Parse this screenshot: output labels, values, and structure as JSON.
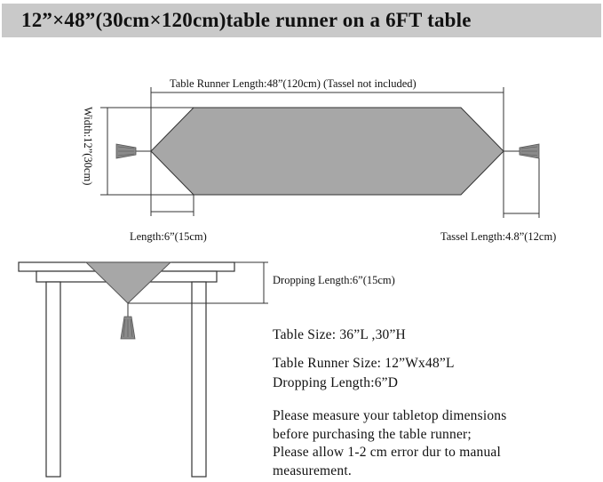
{
  "title": "12”×48”(30cm×120cm)table runner on a 6FT table",
  "dimensions": {
    "runner_length": "Table Runner Length:48”(120cm) (Tassel not included)",
    "width": "Width:12”(30cm)",
    "tip_length": "Length:6”(15cm)",
    "tassel_length": "Tassel Length:4.8”(12cm)",
    "dropping_length": "Dropping Length:6”(15cm)"
  },
  "specs": {
    "table_size": "Table Size: 36”L ,30”H",
    "runner_size": "Table Runner Size: 12”Wx48”L",
    "dropping": "Dropping Length:6”D"
  },
  "notes": {
    "line1": "Please measure your tabletop dimensions",
    "line2": "before purchasing the table runner;",
    "line3": "Please allow 1-2 cm error dur to manual",
    "line4": "measurement."
  },
  "colors": {
    "runner_fill": "#a7a7a7",
    "outline": "#333333",
    "banner": "#c9c9c9"
  }
}
